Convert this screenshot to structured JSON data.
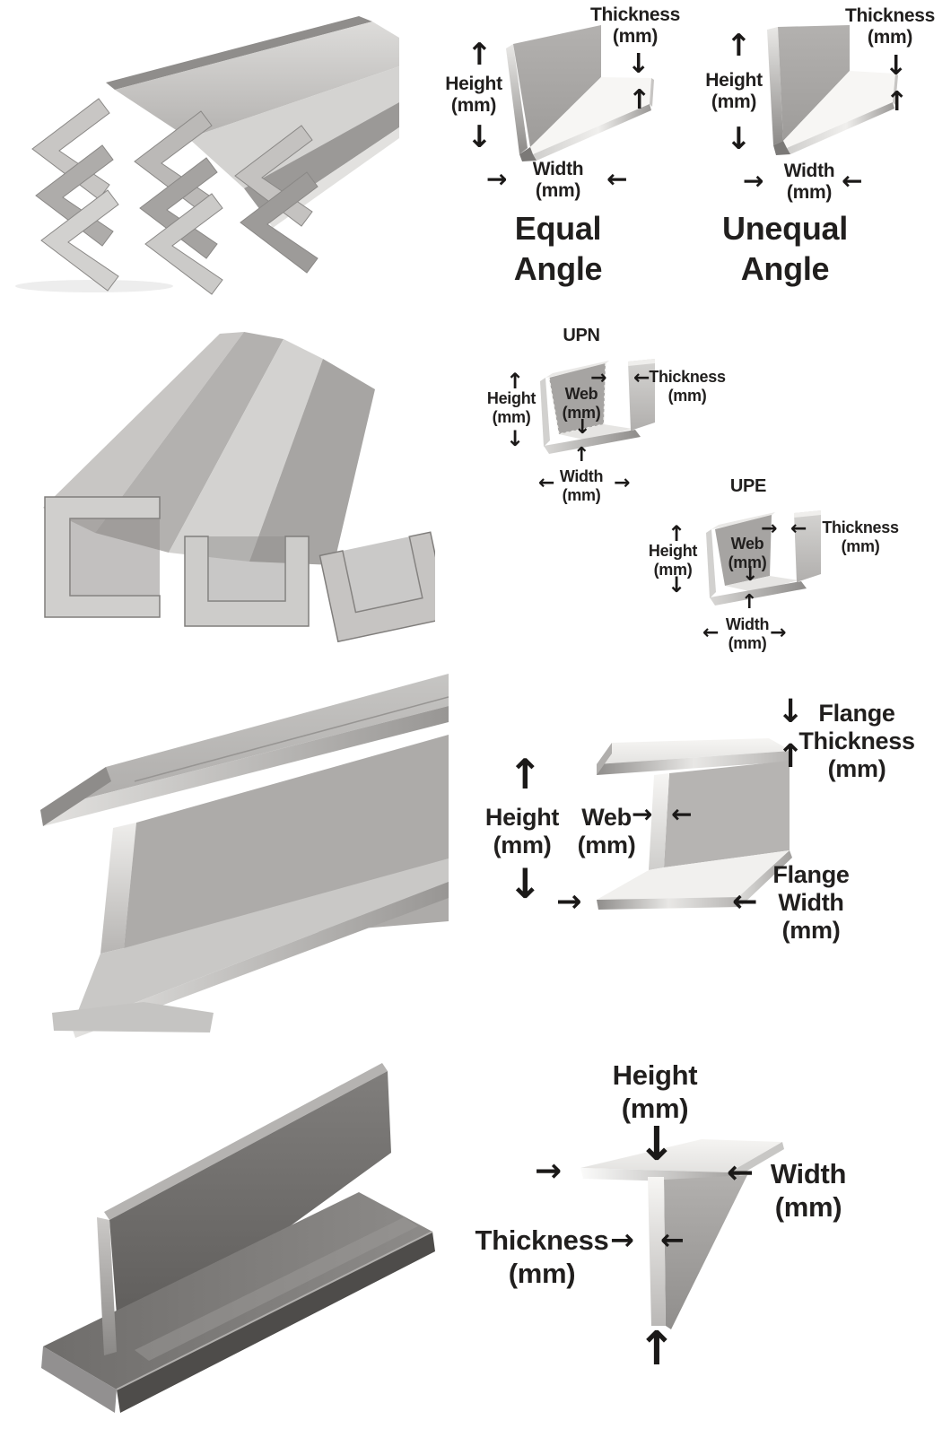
{
  "colors": {
    "label_text": "#211f1e",
    "arrow": "#1b1918",
    "steel_light": "#e8e7e5",
    "steel_mid": "#a8a6a4",
    "steel_dark": "#5c5a58",
    "background": "#ffffff"
  },
  "icons": {
    "arrow_up": "↑",
    "arrow_down": "↓",
    "arrow_left": "←",
    "arrow_right": "→"
  },
  "angles": {
    "equal": {
      "title": "Equal\nAngle",
      "height_label": "Height\n(mm)",
      "thickness_label": "Thickness\n(mm)",
      "width_label": "Width\n(mm)"
    },
    "unequal": {
      "title": "Unequal\nAngle",
      "height_label": "Height\n(mm)",
      "thickness_label": "Thickness\n(mm)",
      "width_label": "Width\n(mm)"
    }
  },
  "channels": {
    "upn": {
      "name": "UPN",
      "height_label": "Height\n(mm)",
      "web_label": "Web\n(mm)",
      "thickness_label": "Thickness\n(mm)",
      "width_label": "Width\n(mm)"
    },
    "upe": {
      "name": "UPE",
      "height_label": "Height\n(mm)",
      "web_label": "Web\n(mm)",
      "thickness_label": "Thickness\n(mm)",
      "width_label": "Width\n(mm)"
    }
  },
  "ibeam": {
    "height_label": "Height\n(mm)",
    "web_label": "Web\n(mm)",
    "flange_thickness_label": "Flange\nThickness\n(mm)",
    "flange_width_label": "Flange\nWidth\n(mm)"
  },
  "tbar": {
    "height_label": "Height\n(mm)",
    "width_label": "Width\n(mm)",
    "thickness_label": "Thickness\n(mm)"
  }
}
